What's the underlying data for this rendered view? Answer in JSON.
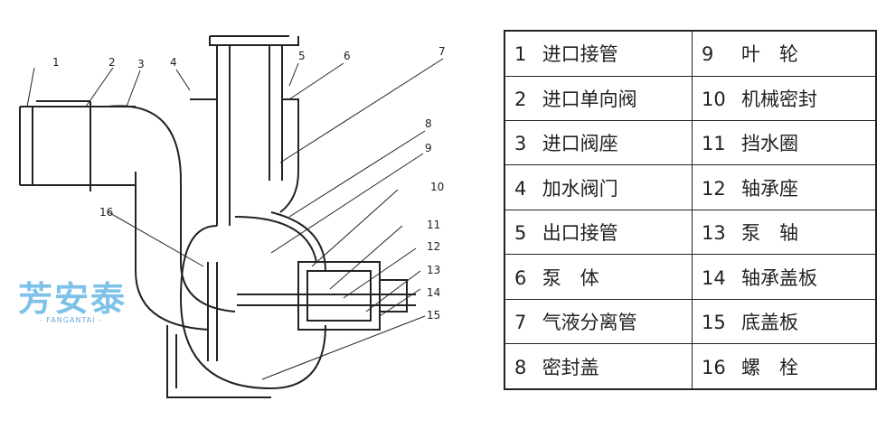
{
  "callouts": [
    "1",
    "2",
    "3",
    "4",
    "5",
    "6",
    "7",
    "8",
    "9",
    "10",
    "11",
    "12",
    "13",
    "14",
    "15",
    "16"
  ],
  "watermark": {
    "main": "芳安泰",
    "sub": "- FANGANTAI -"
  },
  "parts": [
    {
      "left": {
        "num": "1",
        "name": "进口接管"
      },
      "right": {
        "num": "9",
        "name": "叶　轮"
      }
    },
    {
      "left": {
        "num": "2",
        "name": "进口单向阀"
      },
      "right": {
        "num": "10",
        "name": "机械密封"
      }
    },
    {
      "left": {
        "num": "3",
        "name": "进口阀座"
      },
      "right": {
        "num": "11",
        "name": "挡水圈"
      }
    },
    {
      "left": {
        "num": "4",
        "name": "加水阀门"
      },
      "right": {
        "num": "12",
        "name": "轴承座"
      }
    },
    {
      "left": {
        "num": "5",
        "name": "出口接管"
      },
      "right": {
        "num": "13",
        "name": "泵　轴"
      }
    },
    {
      "left": {
        "num": "6",
        "name": "泵　体"
      },
      "right": {
        "num": "14",
        "name": "轴承盖板"
      }
    },
    {
      "left": {
        "num": "7",
        "name": "气液分离管"
      },
      "right": {
        "num": "15",
        "name": "底盖板"
      }
    },
    {
      "left": {
        "num": "8",
        "name": "密封盖"
      },
      "right": {
        "num": "16",
        "name": "螺　栓"
      }
    }
  ]
}
